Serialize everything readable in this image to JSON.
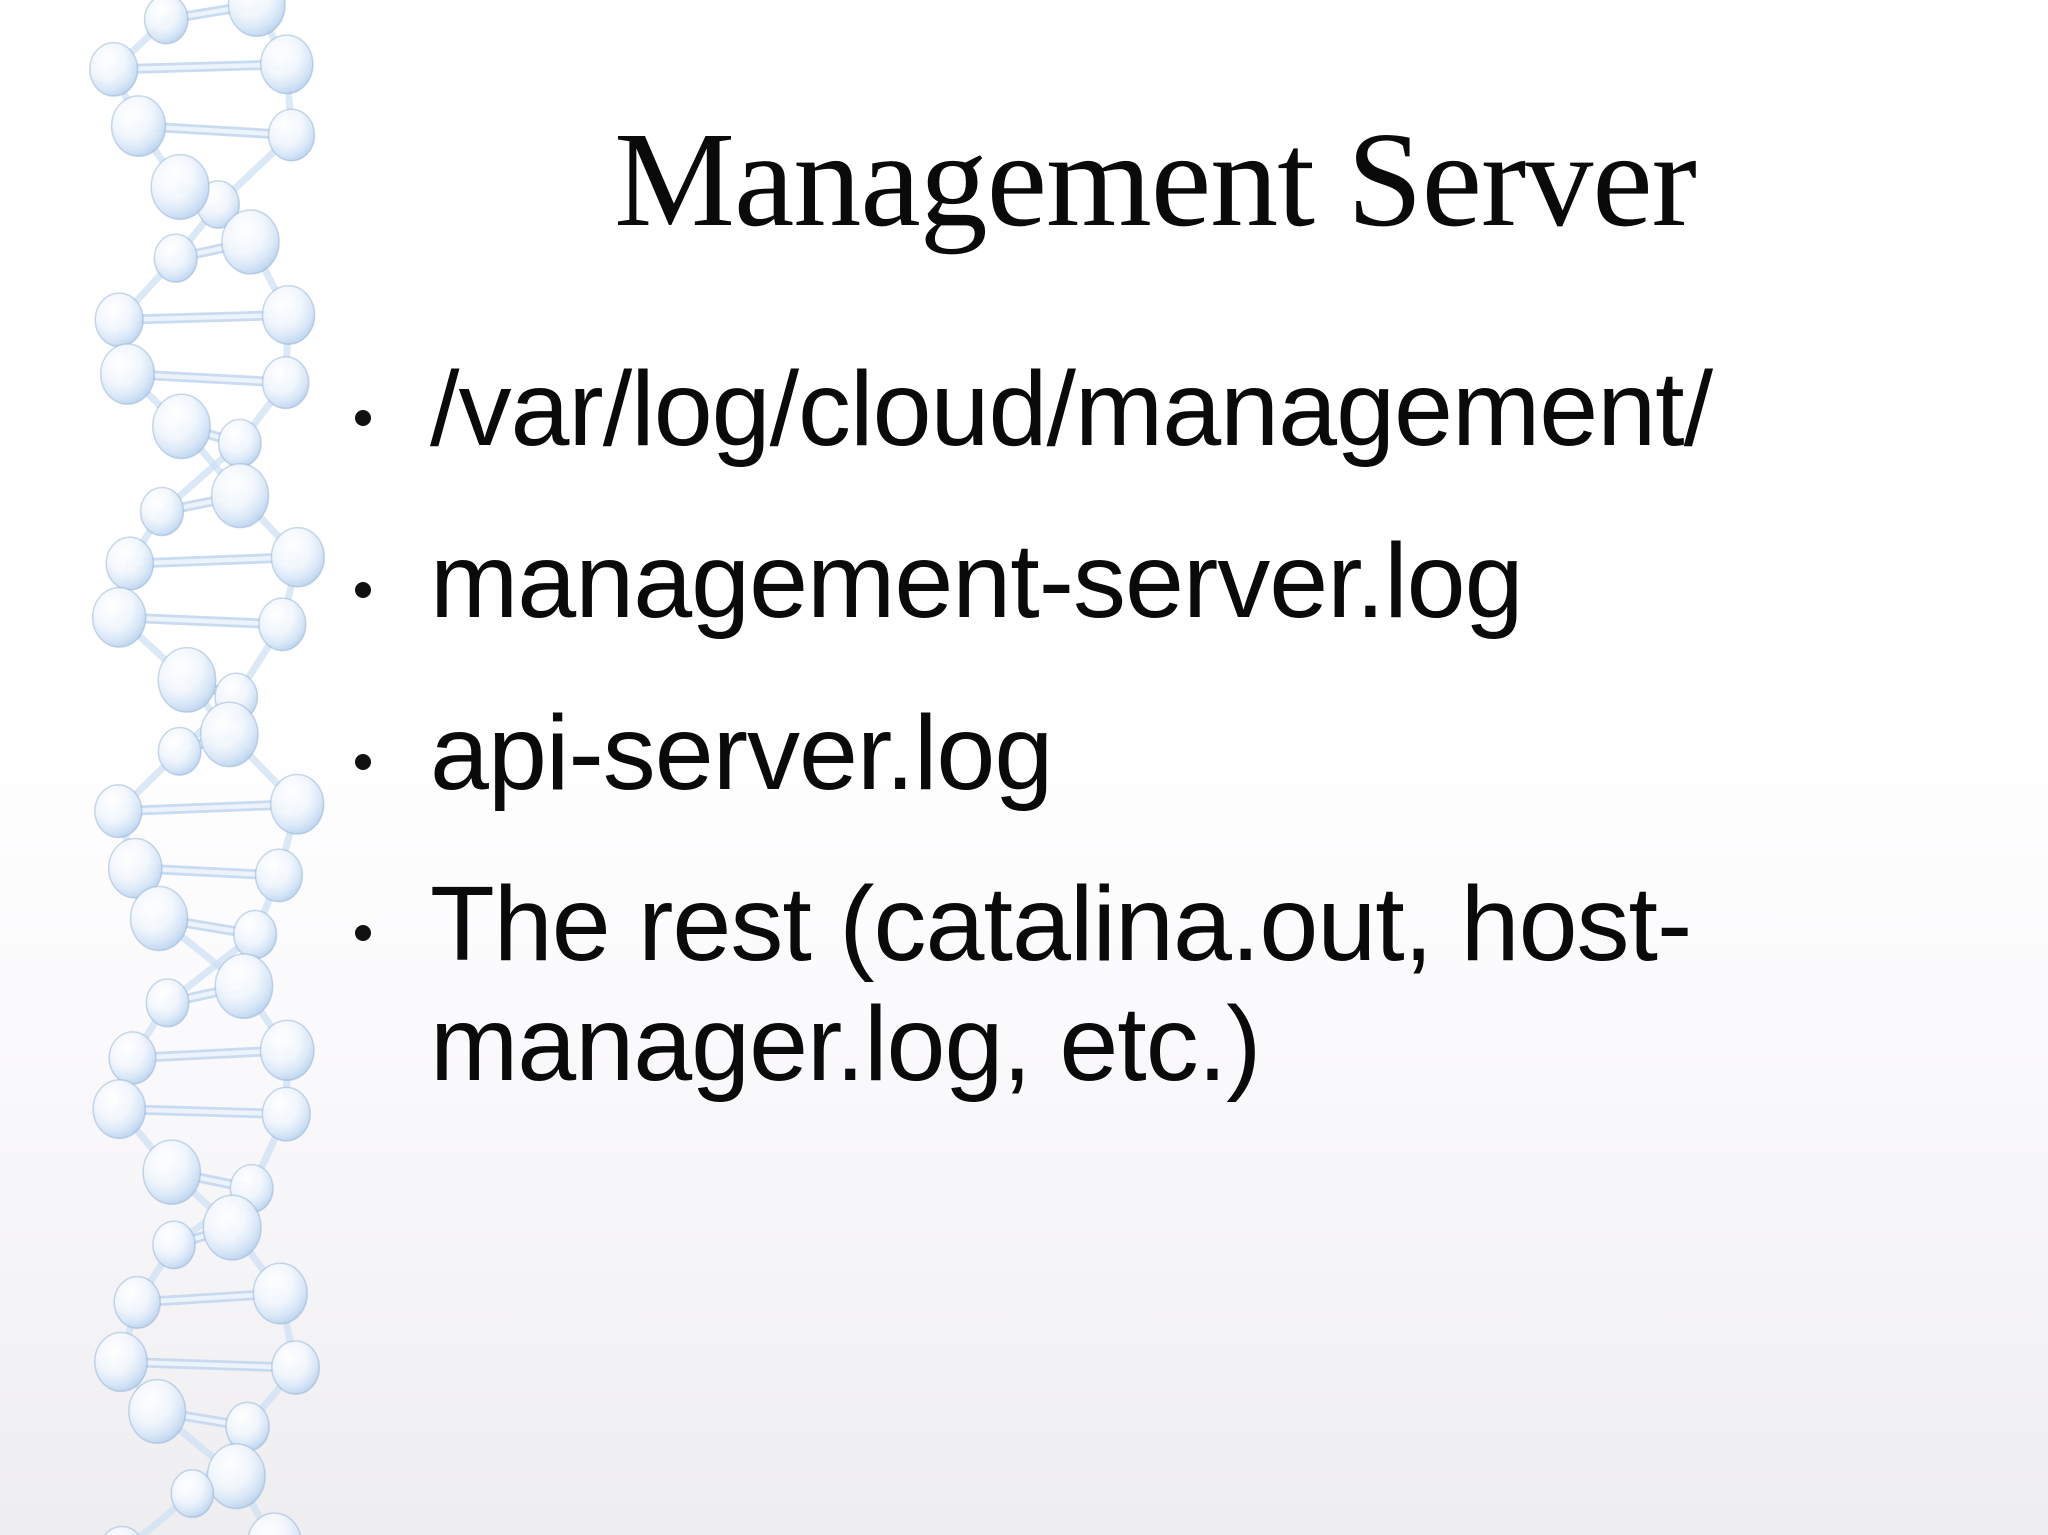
{
  "title": "Management Server",
  "bullets": [
    "/var/log/cloud/management/",
    "management-server.log",
    "api-server.log",
    "The rest (catalina.out, host-manager.log, etc.)"
  ],
  "colors": {
    "text": "#0a0a0a",
    "background_top": "#ffffff",
    "background_bottom": "#eeedf0",
    "dna_sphere_body": "#cfe2f5",
    "dna_sphere_rim": "#9fc2e6",
    "dna_tube": "#d4e3f4"
  },
  "decoration": "dna-helix-left"
}
